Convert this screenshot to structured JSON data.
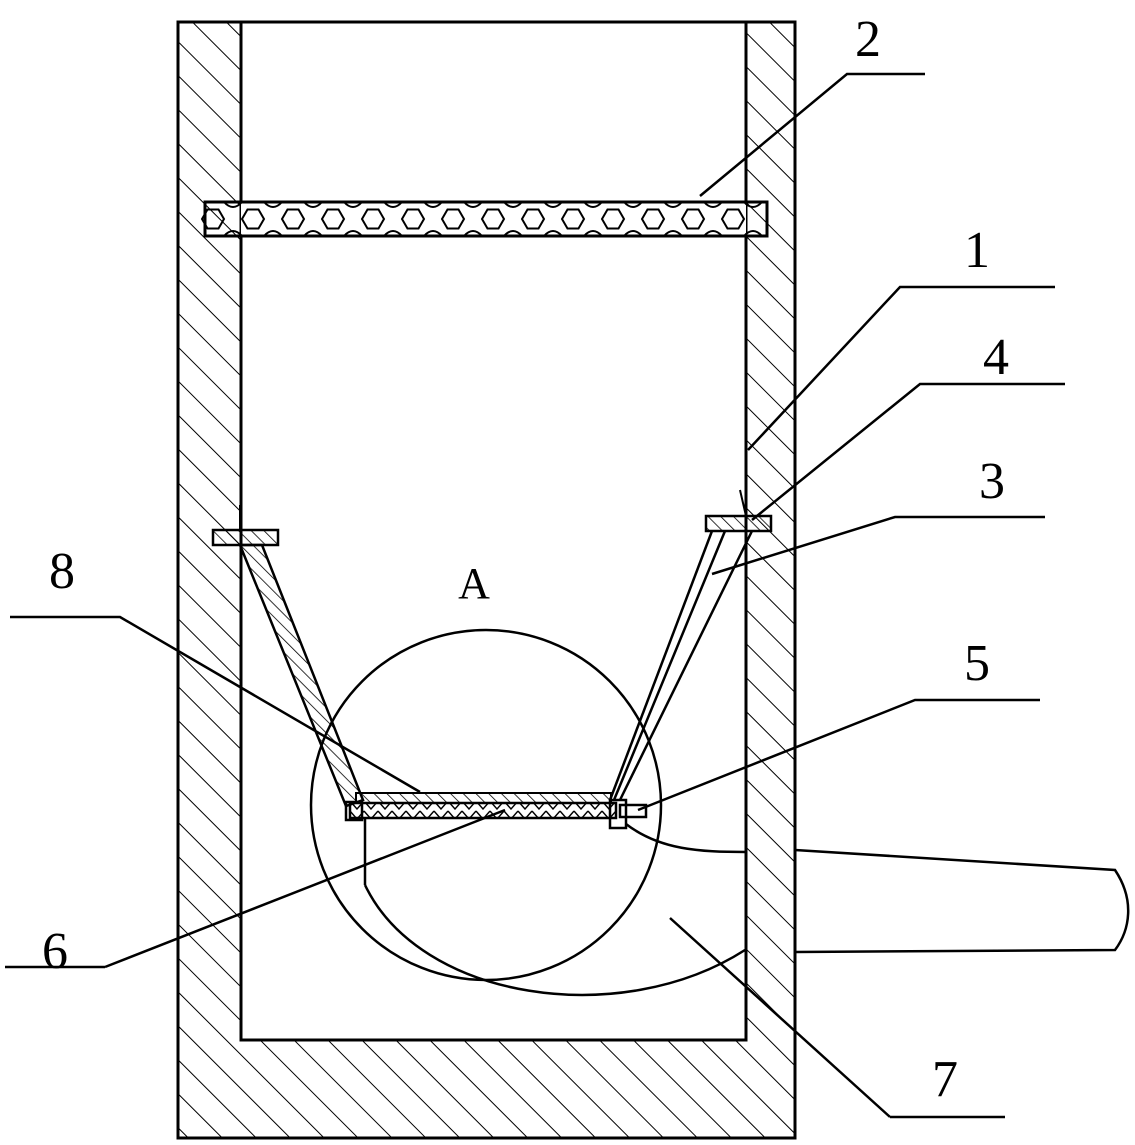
{
  "figure": {
    "detail_marker": "A",
    "labels": {
      "l1": "1",
      "l2": "2",
      "l3": "3",
      "l4": "4",
      "l5": "5",
      "l6": "6",
      "l7": "7",
      "l8": "8"
    }
  }
}
